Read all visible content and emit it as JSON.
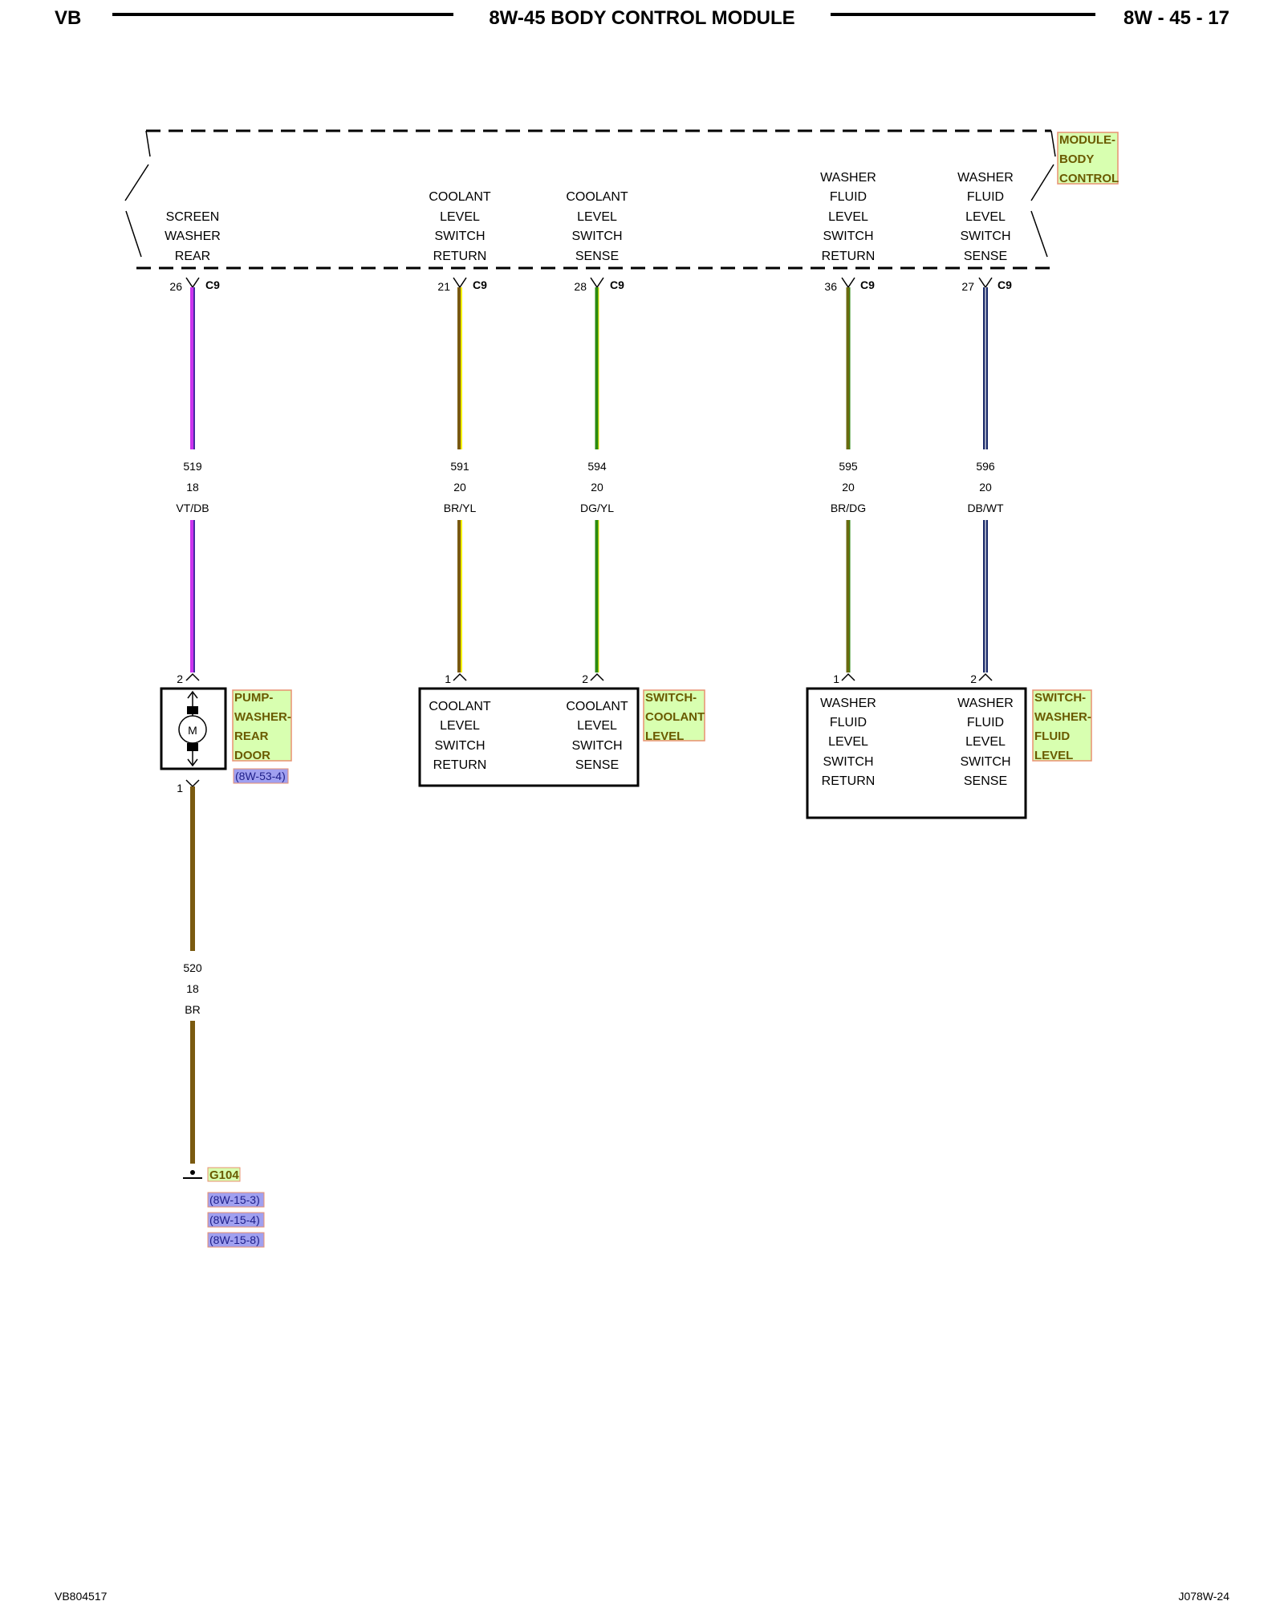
{
  "header": {
    "left": "VB",
    "title": "8W-45 BODY CONTROL MODULE",
    "right": "8W - 45 - 17"
  },
  "module": {
    "tag": [
      "MODULE-",
      "BODY",
      "CONTROL"
    ],
    "pins": [
      {
        "label": [
          "SCREEN",
          "WASHER",
          "REAR"
        ],
        "pin": "26",
        "conn": "C9"
      },
      {
        "label": [
          "COOLANT",
          "LEVEL",
          "SWITCH",
          "RETURN"
        ],
        "pin": "21",
        "conn": "C9"
      },
      {
        "label": [
          "COOLANT",
          "LEVEL",
          "SWITCH",
          "SENSE"
        ],
        "pin": "28",
        "conn": "C9"
      },
      {
        "label": [
          "WASHER",
          "FLUID",
          "LEVEL",
          "SWITCH",
          "RETURN"
        ],
        "pin": "36",
        "conn": "C9"
      },
      {
        "label": [
          "WASHER",
          "FLUID",
          "LEVEL",
          "SWITCH",
          "SENSE"
        ],
        "pin": "27",
        "conn": "C9"
      }
    ]
  },
  "wires": [
    {
      "circuit": "519",
      "gauge": "18",
      "color_code": "VT/DB",
      "color": "#cc33ee",
      "stripe": "#1a2a8a"
    },
    {
      "circuit": "591",
      "gauge": "20",
      "color_code": "BR/YL",
      "color": "#7a5a10",
      "stripe": "#f4f000"
    },
    {
      "circuit": "594",
      "gauge": "20",
      "color_code": "DG/YL",
      "color": "#2a8a10",
      "stripe": "#f4f000"
    },
    {
      "circuit": "595",
      "gauge": "20",
      "color_code": "BR/DG",
      "color": "#6a6a10",
      "stripe": "#2a8a10"
    },
    {
      "circuit": "596",
      "gauge": "20",
      "color_code": "DB/WT",
      "color": "#1a2a6a",
      "stripe": "#ffffff"
    }
  ],
  "pump": {
    "tag": [
      "PUMP-",
      "WASHER-",
      "REAR",
      "DOOR"
    ],
    "ref": "(8W-53-4)",
    "pin_top": "2",
    "pin_bottom": "1",
    "motor_label": "M"
  },
  "ground_wire": {
    "circuit": "520",
    "gauge": "18",
    "color_code": "BR",
    "color": "#7a5a10"
  },
  "ground": {
    "tag": "G104",
    "refs": [
      "(8W-15-3)",
      "(8W-15-4)",
      "(8W-15-8)"
    ]
  },
  "coolant_switch": {
    "tag": [
      "SWITCH-",
      "COOLANT",
      "LEVEL"
    ],
    "left_pin": "1",
    "right_pin": "2",
    "left_label": [
      "COOLANT",
      "LEVEL",
      "SWITCH",
      "RETURN"
    ],
    "right_label": [
      "COOLANT",
      "LEVEL",
      "SWITCH",
      "SENSE"
    ]
  },
  "washer_switch": {
    "tag": [
      "SWITCH-",
      "WASHER-",
      "FLUID",
      "LEVEL"
    ],
    "left_pin": "1",
    "right_pin": "2",
    "left_label": [
      "WASHER",
      "FLUID",
      "LEVEL",
      "SWITCH",
      "RETURN"
    ],
    "right_label": [
      "WASHER",
      "FLUID",
      "LEVEL",
      "SWITCH",
      "SENSE"
    ]
  },
  "footer": {
    "left": "VB804517",
    "right": "J078W-24"
  },
  "colors": {
    "tag_bg": "#d8ffb0",
    "tag_border": "#e89070",
    "ref_bg": "#a0a0f0"
  }
}
